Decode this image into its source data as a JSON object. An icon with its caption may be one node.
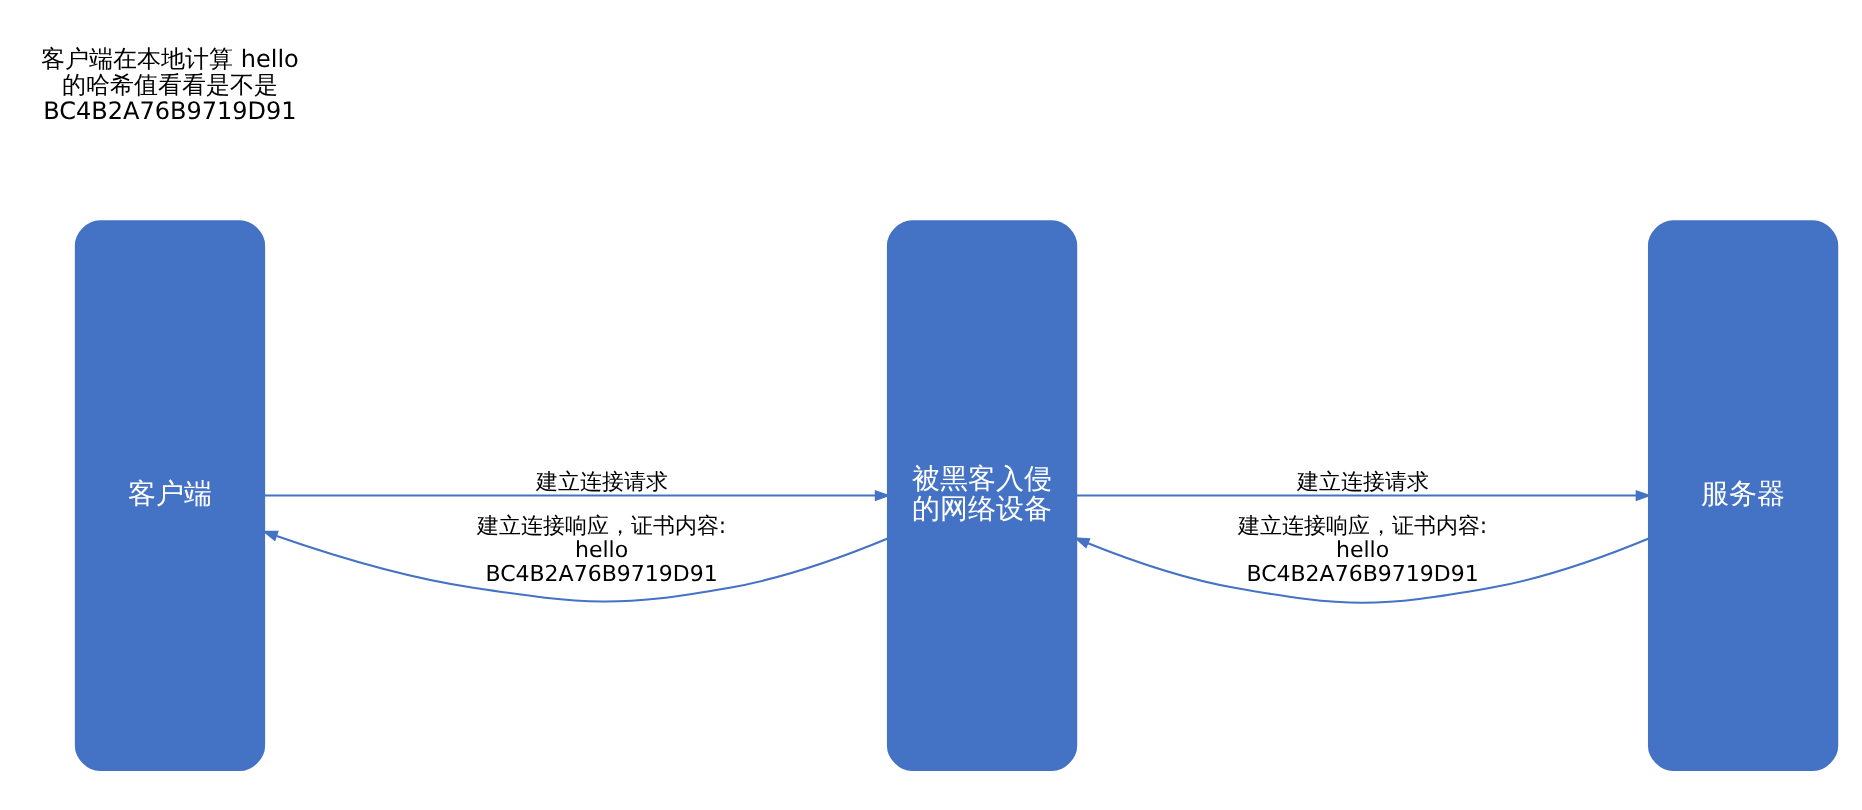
{
  "diagram": {
    "nodes": [
      {
        "text": [
          "客户端"
        ]
      },
      {
        "text": [
          "被黑客入侵的网络设备"
        ]
      },
      {
        "text": [
          "服务器"
        ]
      }
    ],
    "edges": [
      {
        "from": 0,
        "to": 1,
        "arrow": "to",
        "label": "建立连接请求"
      },
      {
        "from": 1,
        "to": 0,
        "arrow": "to",
        "label": "建立连接响应，证书内容: hello BC4B2A76B9719D91"
      },
      {
        "from": 1,
        "to": 2,
        "arrow": "to",
        "label": "建立连接请求"
      },
      {
        "from": 2,
        "to": 1,
        "arrow": "to",
        "label": "建立连接响应，证书内容: hello BC4B2A76B9719D91"
      }
    ],
    "labels": [
      "客户端在本地计算 hello 的哈希值看看是不是 BC4B2A76B9719D91"
    ]
  }
}
